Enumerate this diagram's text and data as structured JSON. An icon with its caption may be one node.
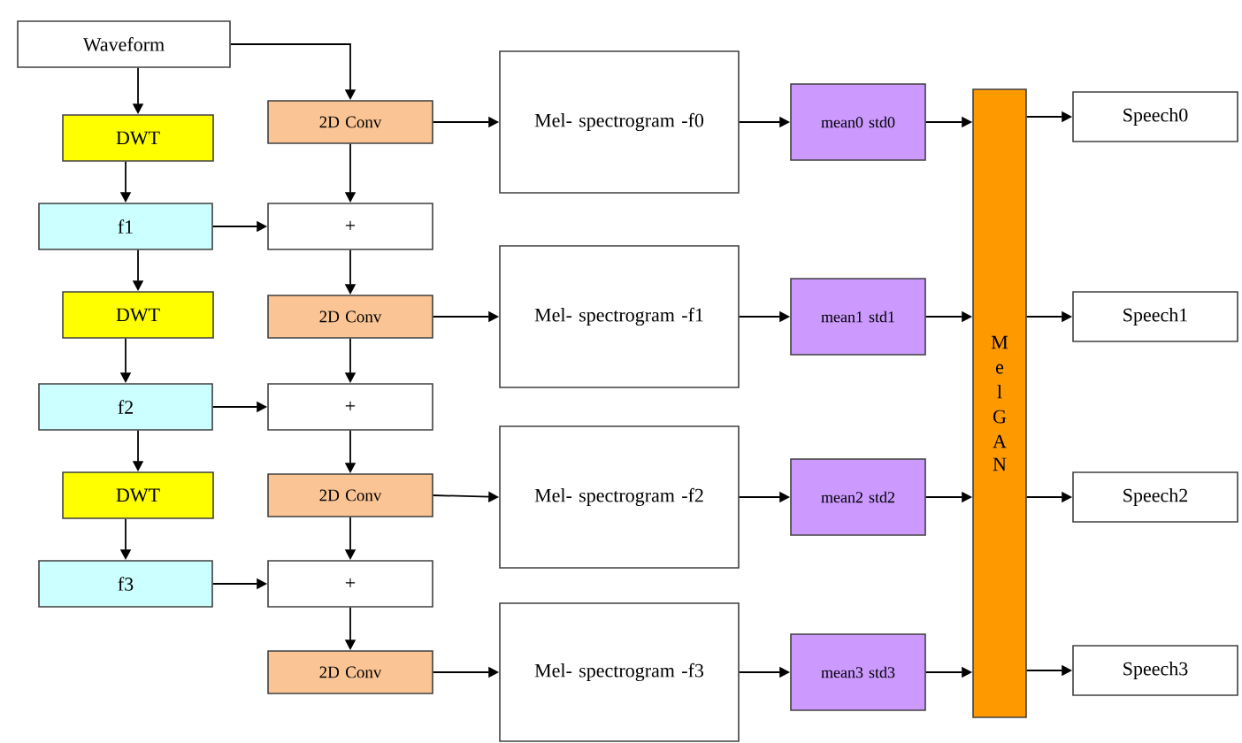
{
  "diagram": {
    "nodes": [
      {
        "text": [
          "Waveform"
        ]
      },
      {
        "text": [
          "DWT"
        ]
      },
      {
        "text": [
          "f1"
        ]
      },
      {
        "text": [
          "DWT"
        ]
      },
      {
        "text": [
          "f2"
        ]
      },
      {
        "text": [
          "DWT"
        ]
      },
      {
        "text": [
          "f3"
        ]
      },
      {
        "text": [
          "2D Conv"
        ]
      },
      {
        "text": [
          "+"
        ]
      },
      {
        "text": [
          "2D Conv"
        ]
      },
      {
        "text": [
          "+"
        ]
      },
      {
        "text": [
          "2D Conv"
        ]
      },
      {
        "text": [
          "+"
        ]
      },
      {
        "text": [
          "2D Conv"
        ]
      },
      {
        "text": [
          "Mel- spectrogram -f0"
        ]
      },
      {
        "text": [
          "Mel- spectrogram -f1"
        ]
      },
      {
        "text": [
          "Mel- spectrogram -f2"
        ]
      },
      {
        "text": [
          "Mel- spectrogram -f3"
        ]
      },
      {
        "text": [
          "mean0 std0"
        ]
      },
      {
        "text": [
          "mean1 std1"
        ]
      },
      {
        "text": [
          "mean2 std2"
        ]
      },
      {
        "text": [
          "mean3 std3"
        ]
      },
      {
        "text": [
          "MelGAN"
        ]
      },
      {
        "text": [
          "Speech0"
        ]
      },
      {
        "text": [
          "Speech1"
        ]
      },
      {
        "text": [
          "Speech2"
        ]
      },
      {
        "text": [
          "Speech3"
        ]
      }
    ],
    "edges": [
      {
        "from": 0,
        "to": 1,
        "arrow": "to"
      },
      {
        "from": 1,
        "to": 2,
        "arrow": "to"
      },
      {
        "from": 2,
        "to": 3,
        "arrow": "to"
      },
      {
        "from": 3,
        "to": 4,
        "arrow": "to"
      },
      {
        "from": 4,
        "to": 5,
        "arrow": "to"
      },
      {
        "from": 5,
        "to": 6,
        "arrow": "to"
      },
      {
        "from": 0,
        "to": 7,
        "arrow": "to"
      },
      {
        "from": 7,
        "to": 8,
        "arrow": "to"
      },
      {
        "from": 8,
        "to": 9,
        "arrow": "to"
      },
      {
        "from": 9,
        "to": 10,
        "arrow": "to"
      },
      {
        "from": 10,
        "to": 11,
        "arrow": "to"
      },
      {
        "from": 11,
        "to": 12,
        "arrow": "to"
      },
      {
        "from": 12,
        "to": 13,
        "arrow": "to"
      },
      {
        "from": 2,
        "to": 8,
        "arrow": "to"
      },
      {
        "from": 4,
        "to": 10,
        "arrow": "to"
      },
      {
        "from": 6,
        "to": 12,
        "arrow": "to"
      },
      {
        "from": 7,
        "to": 14,
        "arrow": "to"
      },
      {
        "from": 9,
        "to": 15,
        "arrow": "to"
      },
      {
        "from": 11,
        "to": 16,
        "arrow": "to"
      },
      {
        "from": 13,
        "to": 17,
        "arrow": "to"
      },
      {
        "from": 14,
        "to": 18,
        "arrow": "to"
      },
      {
        "from": 15,
        "to": 19,
        "arrow": "to"
      },
      {
        "from": 16,
        "to": 20,
        "arrow": "to"
      },
      {
        "from": 17,
        "to": 21,
        "arrow": "to"
      },
      {
        "from": 18,
        "to": 22,
        "arrow": "to"
      },
      {
        "from": 19,
        "to": 22,
        "arrow": "to"
      },
      {
        "from": 20,
        "to": 22,
        "arrow": "to"
      },
      {
        "from": 21,
        "to": 22,
        "arrow": "to"
      },
      {
        "from": 22,
        "to": 23,
        "arrow": "to"
      },
      {
        "from": 22,
        "to": 24,
        "arrow": "to"
      },
      {
        "from": 22,
        "to": 25,
        "arrow": "to"
      },
      {
        "from": 22,
        "to": 26,
        "arrow": "to"
      }
    ]
  }
}
